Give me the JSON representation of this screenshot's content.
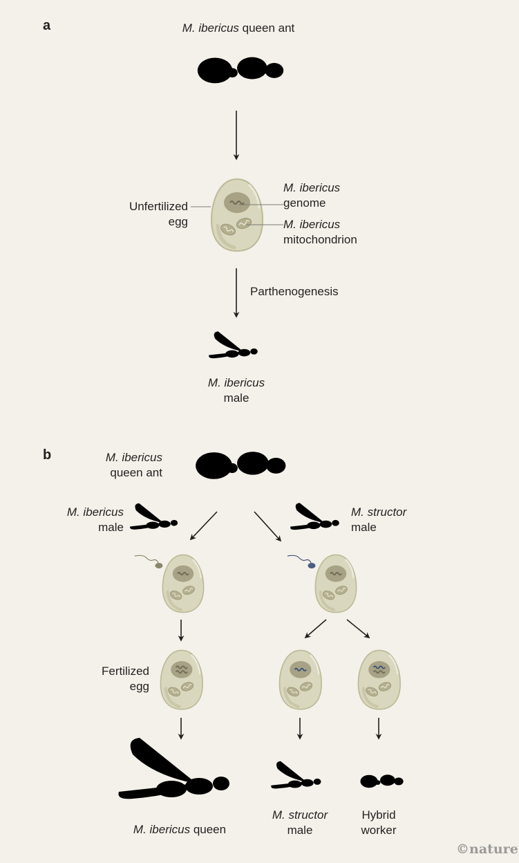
{
  "colors": {
    "background": "#f4f1ea",
    "iberian_body": "#9b9877",
    "iberian_shade": "#86836a",
    "structor_body": "#4b5d82",
    "egg_fill": "#d9d7bd",
    "egg_edge": "#c1bf9f",
    "nucleus": "#a7a285",
    "arrow": "#1f1f1f"
  },
  "panel_a": {
    "label": "a",
    "queen": {
      "species": "M. ibericus",
      "rest": " queen ant"
    },
    "egg": {
      "label_line1": "Unfertilized",
      "label_line2": "egg",
      "genome_species": "M. ibericus",
      "genome_label": "genome",
      "mito_species": "M. ibericus",
      "mito_label": "mitochondrion"
    },
    "process_label": "Parthenogenesis",
    "male": {
      "species": "M. ibericus",
      "rest": "male"
    }
  },
  "panel_b": {
    "label": "b",
    "queen": {
      "species": "M. ibericus",
      "rest": "queen ant"
    },
    "iberian_male": {
      "species": "M. ibericus",
      "rest": "male"
    },
    "structor_male": {
      "species": "M. structor",
      "rest": "male"
    },
    "fertilized_label_line1": "Fertilized",
    "fertilized_label_line2": "egg",
    "outcomes": [
      {
        "species": "M. ibericus",
        "rest": " queen"
      },
      {
        "species": "M. structor",
        "rest": "male"
      },
      {
        "line1": "Hybrid",
        "line2": "worker"
      }
    ]
  },
  "credit": "©nature",
  "icons": {
    "queen_ant": "ant-icon",
    "winged_male": "winged-ant-icon",
    "egg": "egg-cell-icon",
    "sperm": "sperm-icon",
    "arrow": "arrow-icon"
  }
}
